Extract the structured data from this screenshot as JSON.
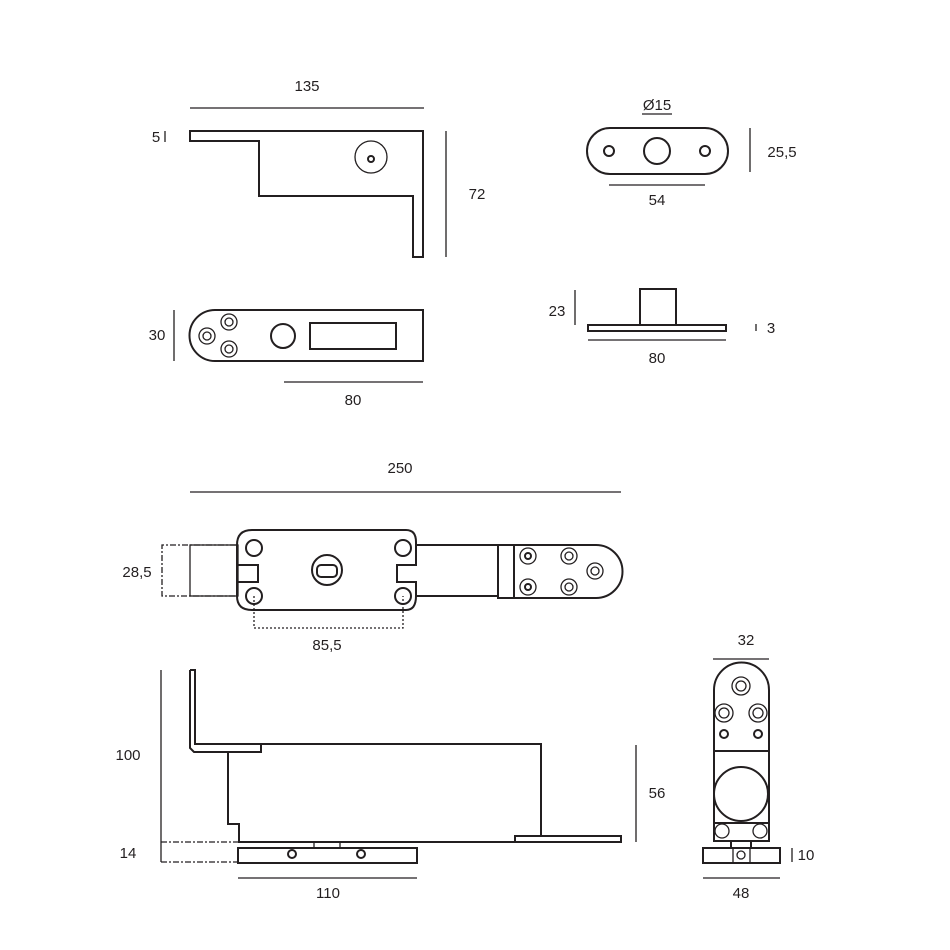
{
  "drawing": {
    "bracket_side": {
      "width": "135",
      "thickness": "5",
      "height": "72"
    },
    "bracket_top": {
      "width": "30",
      "length": "80"
    },
    "plate_top": {
      "diameter": "Ø15",
      "height": "25,5",
      "length": "54"
    },
    "plate_side": {
      "pin_height": "23",
      "thickness": "3",
      "length": "80"
    },
    "closer_top": {
      "overall_length": "250",
      "width": "28,5",
      "hole_spacing": "85,5"
    },
    "closer_side": {
      "height": "100",
      "base_height": "14",
      "base_length": "110",
      "body_height": "56"
    },
    "closer_end": {
      "width": "32",
      "base_thickness": "10",
      "base_width": "48"
    }
  }
}
